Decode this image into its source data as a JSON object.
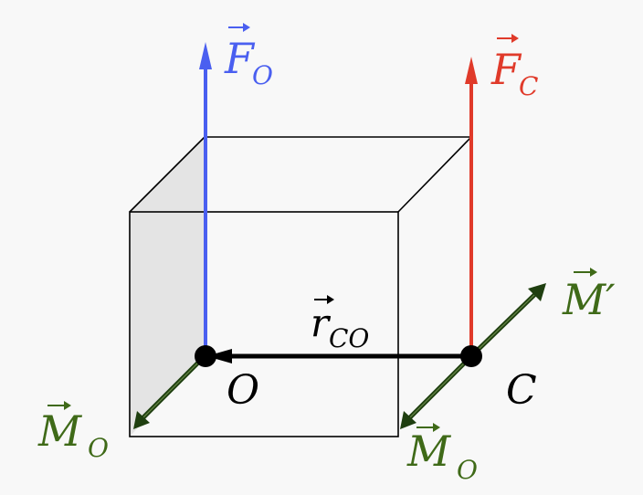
{
  "labels": {
    "F_O": {
      "main": "F",
      "sub": "O"
    },
    "F_C": {
      "main": "F",
      "sub": "C"
    },
    "r_CO": {
      "main": "r",
      "sub": "CO"
    },
    "M_prime": {
      "main": "M′"
    },
    "M_O_left": {
      "main": "M",
      "sub": "O"
    },
    "M_O_right": {
      "main": "M",
      "sub": "O"
    },
    "point_O": "O",
    "point_C": "C"
  },
  "colors": {
    "background": "#f8f8f8",
    "force_O": "#4a5ff0",
    "force_C": "#e03a2a",
    "moment": "#1f3f10",
    "moment_label": "#3f6a18",
    "edge": "#000000",
    "face_shade": "#e4e4e4"
  }
}
